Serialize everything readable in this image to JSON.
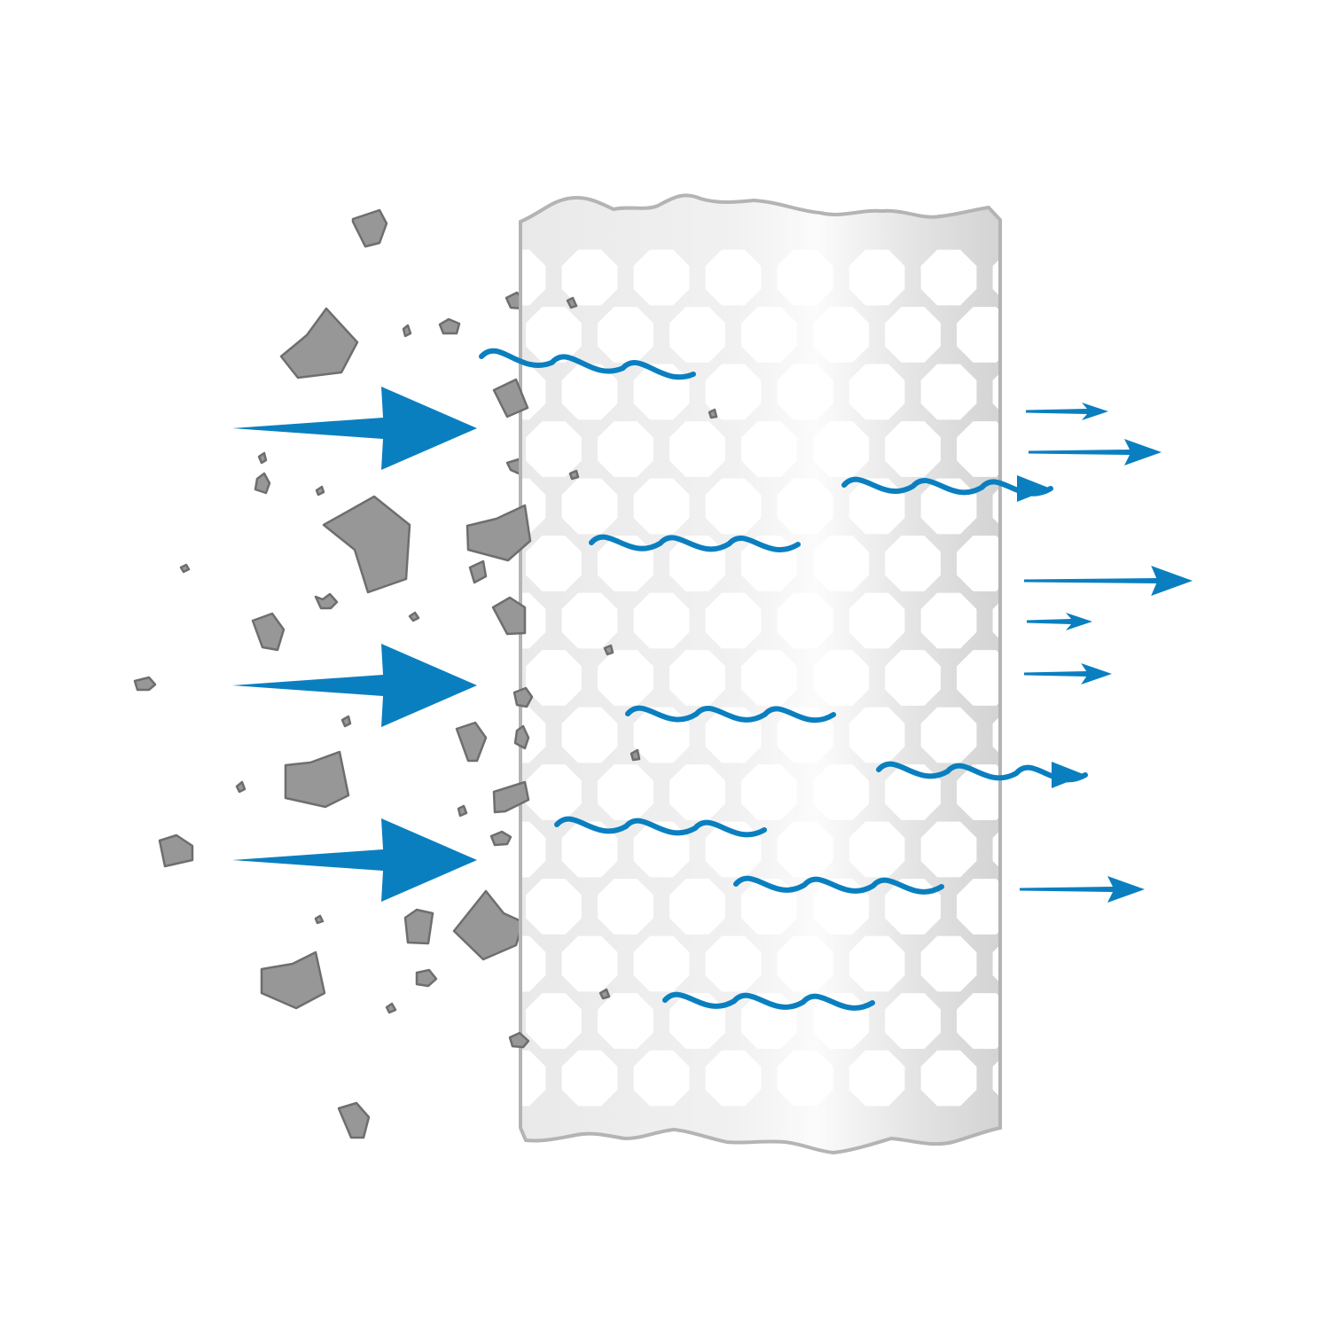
{
  "diagram": {
    "colors": {
      "background": "#ffffff",
      "flow": "#0a7fc0",
      "particle_fill": "#979798",
      "particle_stroke": "#6e6e70",
      "filter_fill": "#eeeeee",
      "filter_edge": "#b4b4b4",
      "filter_shade": "#cfcfcf",
      "hole": "#ffffff"
    },
    "filter": {
      "hole_shape": "octagon",
      "hole_rows": 15,
      "hole_cols": 7
    },
    "elements": {
      "incoming_arrows": 3,
      "outgoing_arrows": 8,
      "air_waves": 8,
      "particles": 40
    }
  }
}
